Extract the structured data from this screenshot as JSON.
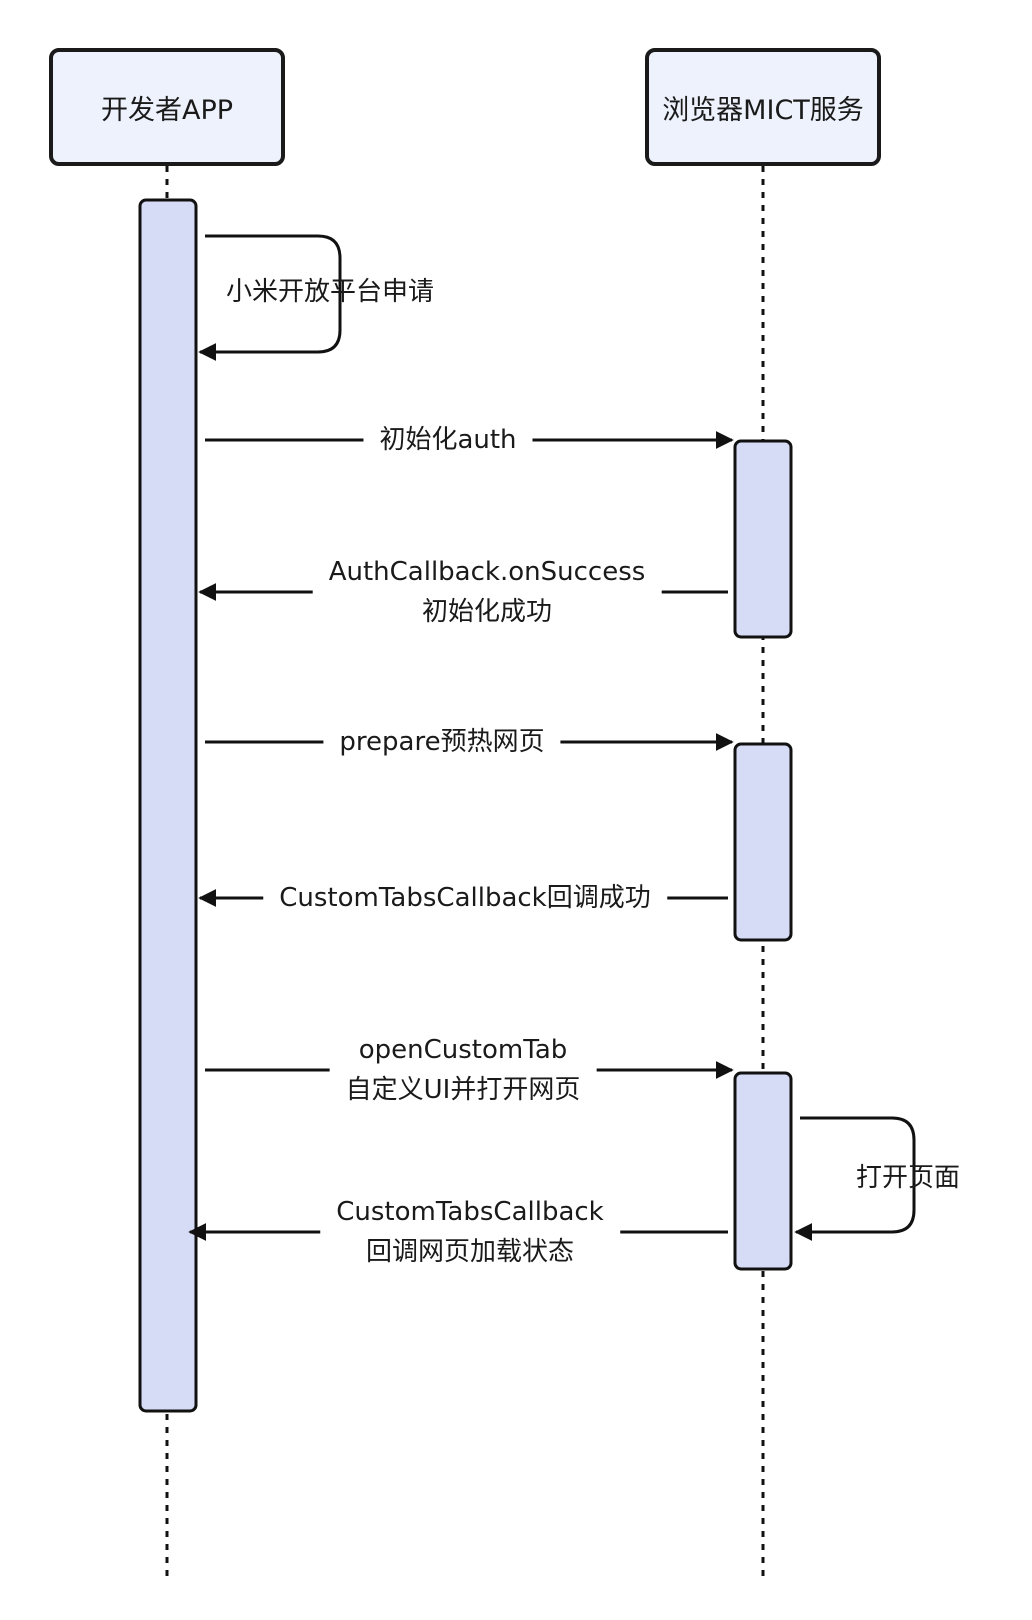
{
  "participants": {
    "app": "开发者APP",
    "mict": "浏览器MICT服务"
  },
  "messages": {
    "m1": "小米开放平台申请",
    "m2": "初始化auth",
    "m3_line1": "AuthCallback.onSuccess",
    "m3_line2": "初始化成功",
    "m4": "prepare预热网页",
    "m5": "CustomTabsCallback回调成功",
    "m6_line1": "openCustomTab",
    "m6_line2": "自定义UI并打开网页",
    "m7": "打开页面",
    "m8_line1": "CustomTabsCallback",
    "m8_line2": "回调网页加载状态"
  },
  "colors": {
    "line": "#111111",
    "activation_fill": "#d6dcf5",
    "participant_fill": "#eef2fc"
  }
}
